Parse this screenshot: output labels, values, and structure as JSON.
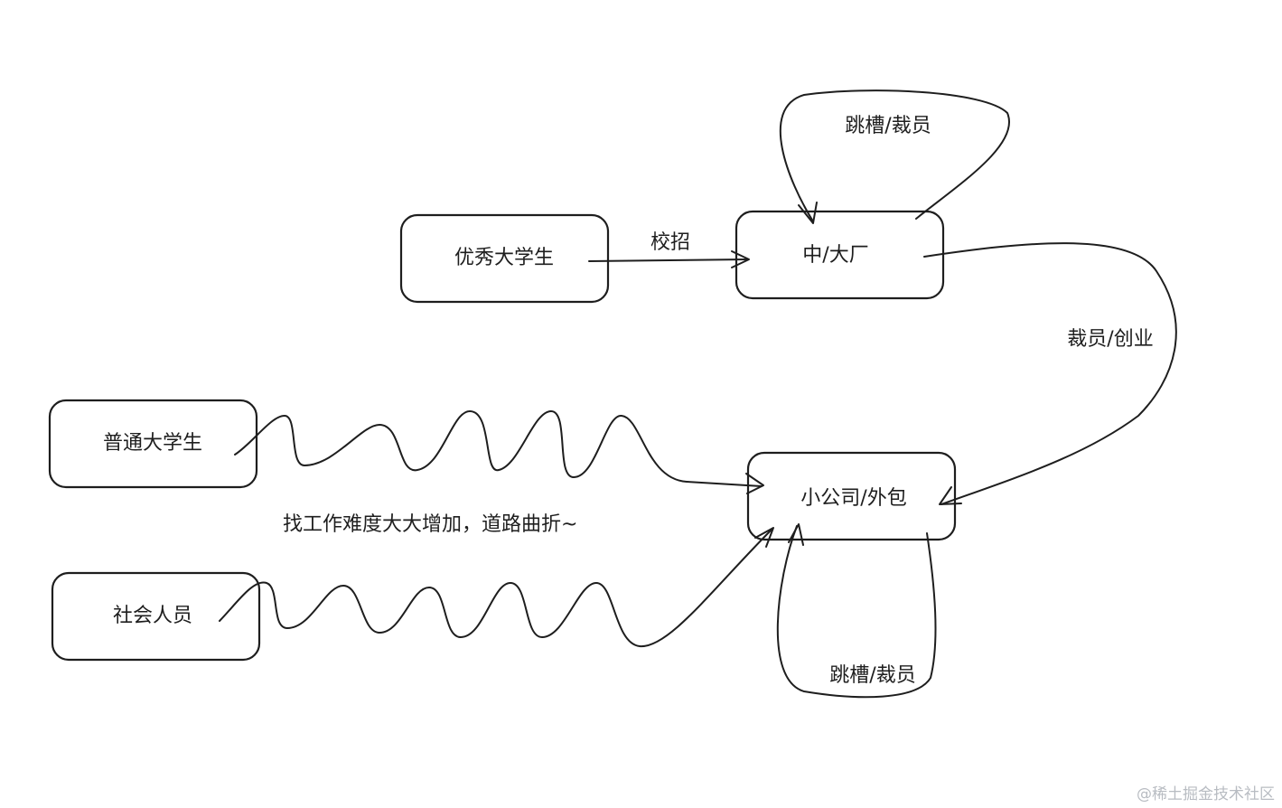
{
  "nodes": {
    "excellent_students": "优秀大学生",
    "big_company": "中/大厂",
    "ordinary_students": "普通大学生",
    "small_company": "小公司/外包",
    "social_people": "社会人员"
  },
  "edges": {
    "campus_recruit": "校招",
    "big_self_loop": "跳槽/裁员",
    "layoff_startup": "裁员/创业",
    "small_self_loop": "跳槽/裁员"
  },
  "annotation": "找工作难度大大增加，道路曲折~",
  "watermark": "@稀土掘金技术社区"
}
